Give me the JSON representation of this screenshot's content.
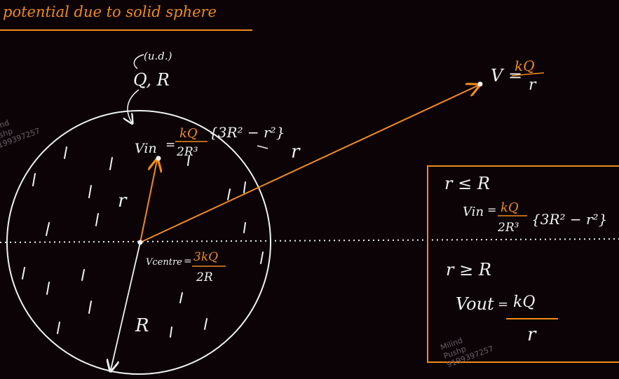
{
  "title": "potential due to solid sphere",
  "colors": {
    "background": "#0b0306",
    "chalk": "#f2f2f2",
    "accent": "#f08a1c"
  },
  "labels": {
    "ud": "(u.d.)",
    "q_r": "Q, R",
    "vin_lhs": "Vin",
    "eq": "=",
    "kq": "kQ",
    "two_r3": "2R³",
    "three_r2_minus_r2": "{3R² − r²}",
    "r_small": "r",
    "r_line": "r",
    "v_point_lhs": "V =",
    "v_point_num": "kQ",
    "v_point_den": "r",
    "vcentre_lhs": "Vcentre",
    "vcentre_num": "3kQ",
    "vcentre_den": "2R",
    "radius": "R"
  },
  "box": {
    "cond_in": "r ≤ R",
    "vin_lhs": "Vin",
    "vin_num": "kQ",
    "vin_den": "2R³",
    "vin_bracket": "{3R² − r²}",
    "cond_out": "r ≥ R",
    "vout_lhs": "Vout",
    "vout_num": "kQ",
    "vout_den": "r"
  },
  "watermarks": {
    "name": "Milind",
    "name2": "Pushp",
    "phone": "9199397257"
  }
}
